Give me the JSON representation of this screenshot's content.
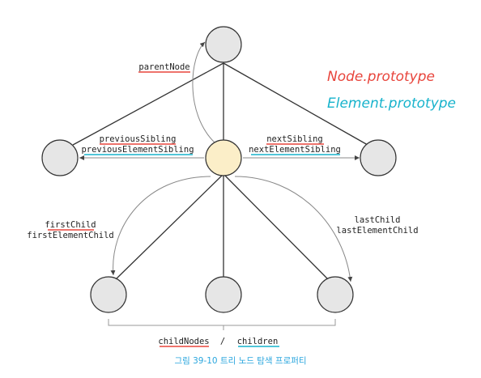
{
  "legend": {
    "node_prototype": "Node.prototype",
    "element_prototype": "Element.prototype",
    "node_color": "#e8453c",
    "element_color": "#17b3cc"
  },
  "labels": {
    "parent_node": "parentNode",
    "previous_sibling": "previousSibling",
    "previous_element_sibling": "previousElementSibling",
    "next_sibling": "nextSibling",
    "next_element_sibling": "nextElementSibling",
    "first_child": "firstChild",
    "first_element_child": "firstElementChild",
    "last_child": "lastChild",
    "last_element_child": "lastElementChild",
    "child_nodes": "childNodes",
    "slash": "/",
    "children": "children"
  },
  "caption": "그림 39-10 트리 노드 탐색 프로퍼티",
  "colors": {
    "node_fill": "#e6e6e6",
    "current_node_fill": "#fbeec8",
    "stroke": "#333333",
    "arrow": "#888888"
  }
}
